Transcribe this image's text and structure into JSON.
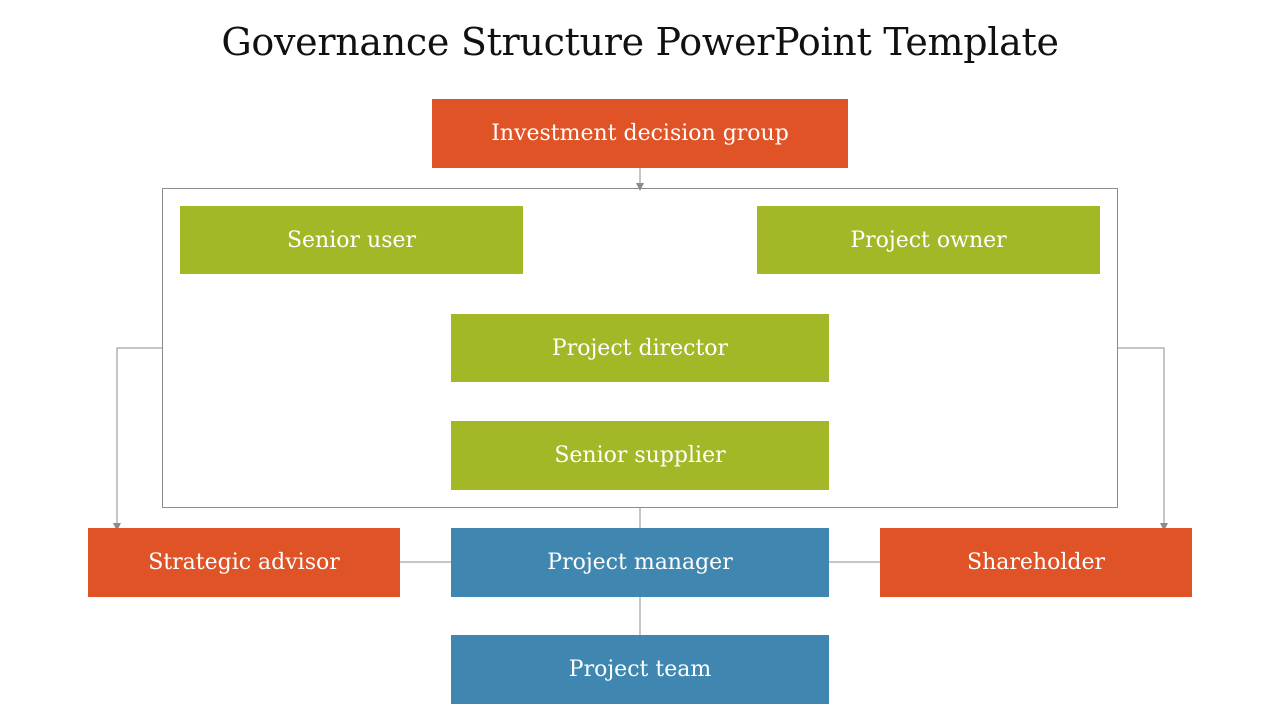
{
  "slide": {
    "title": "Governance Structure PowerPoint Template"
  },
  "nodes": {
    "investment_decision_group": "Investment decision group",
    "senior_user": "Senior user",
    "project_owner": "Project owner",
    "project_director": "Project director",
    "senior_supplier": "Senior supplier",
    "strategic_advisor": "Strategic advisor",
    "project_manager": "Project manager",
    "shareholder": "Shareholder",
    "project_team": "Project team"
  },
  "colors": {
    "orange": "#E05326",
    "green": "#A4B727",
    "blue": "#3F87B1",
    "connector": "#8c8c8c"
  }
}
